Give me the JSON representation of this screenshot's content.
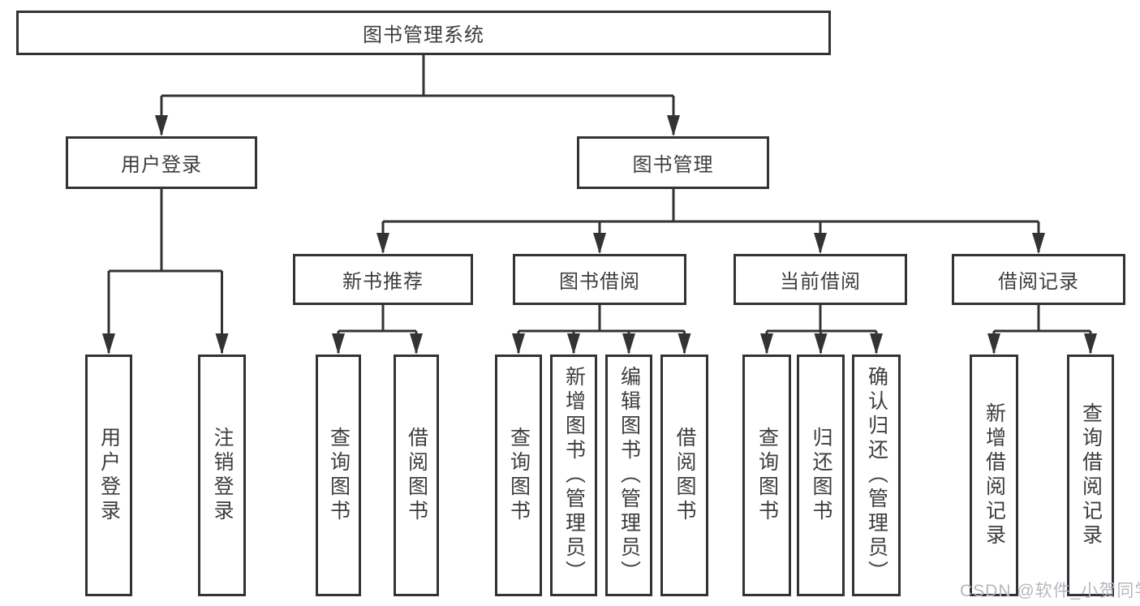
{
  "tree": {
    "root": "图书管理系统",
    "branches": [
      {
        "label": "用户登录",
        "leaves": [
          "用户登录",
          "注销登录"
        ]
      },
      {
        "label": "图书管理",
        "sections": [
          {
            "label": "新书推荐",
            "leaves": [
              "查询图书",
              "借阅图书"
            ]
          },
          {
            "label": "图书借阅",
            "leaves": [
              "查询图书",
              "新增图书（管理员）",
              "编辑图书（管理员）",
              "借阅图书"
            ]
          },
          {
            "label": "当前借阅",
            "leaves": [
              "查询图书",
              "归还图书",
              "确认归还（管理员）"
            ]
          },
          {
            "label": "借阅记录",
            "leaves": [
              "新增借阅记录",
              "查询借阅记录"
            ]
          }
        ]
      }
    ]
  },
  "watermark": "CSDN @软件_小贺同学",
  "colors": {
    "line": "#333333",
    "box_border": "#333333",
    "box_fill": "#ffffff",
    "text": "#3d3d3d",
    "watermark": "#b4b8bf",
    "background": "#ffffff"
  }
}
